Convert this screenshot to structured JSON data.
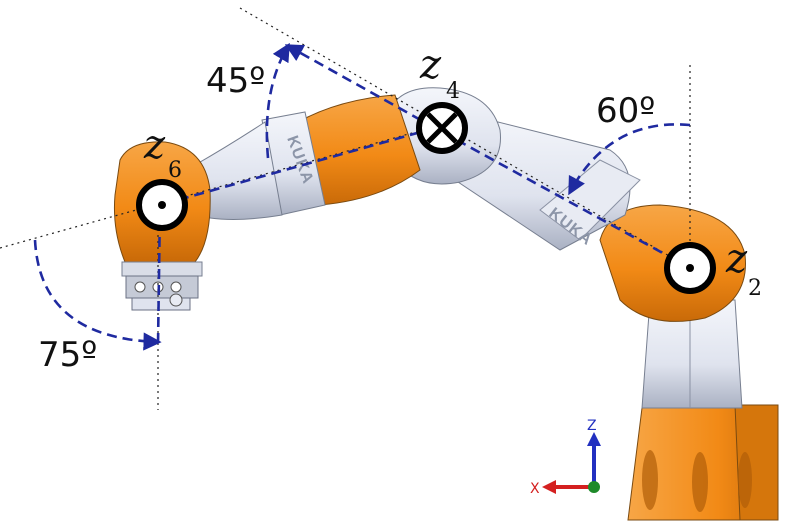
{
  "colors": {
    "orange": "#f28a16",
    "orange_dark": "#c96a08",
    "silver": "#dfe3ee",
    "silver_dark": "#a9b0c2",
    "dashed_blue": "#1f2aa0",
    "black": "#000000",
    "triad_z": "#2230c0",
    "triad_x": "#d42020",
    "triad_origin": "#1e8a2a"
  },
  "angles": {
    "a1": "45º",
    "a2": "60º",
    "a3": "75º"
  },
  "axes": {
    "z2": {
      "letter": "z",
      "index": "2"
    },
    "z4": {
      "letter": "z",
      "index": "4"
    },
    "z6": {
      "letter": "z",
      "index": "6"
    }
  },
  "brand_text": "KUKA",
  "triad": {
    "z": "Z",
    "x": "X"
  }
}
